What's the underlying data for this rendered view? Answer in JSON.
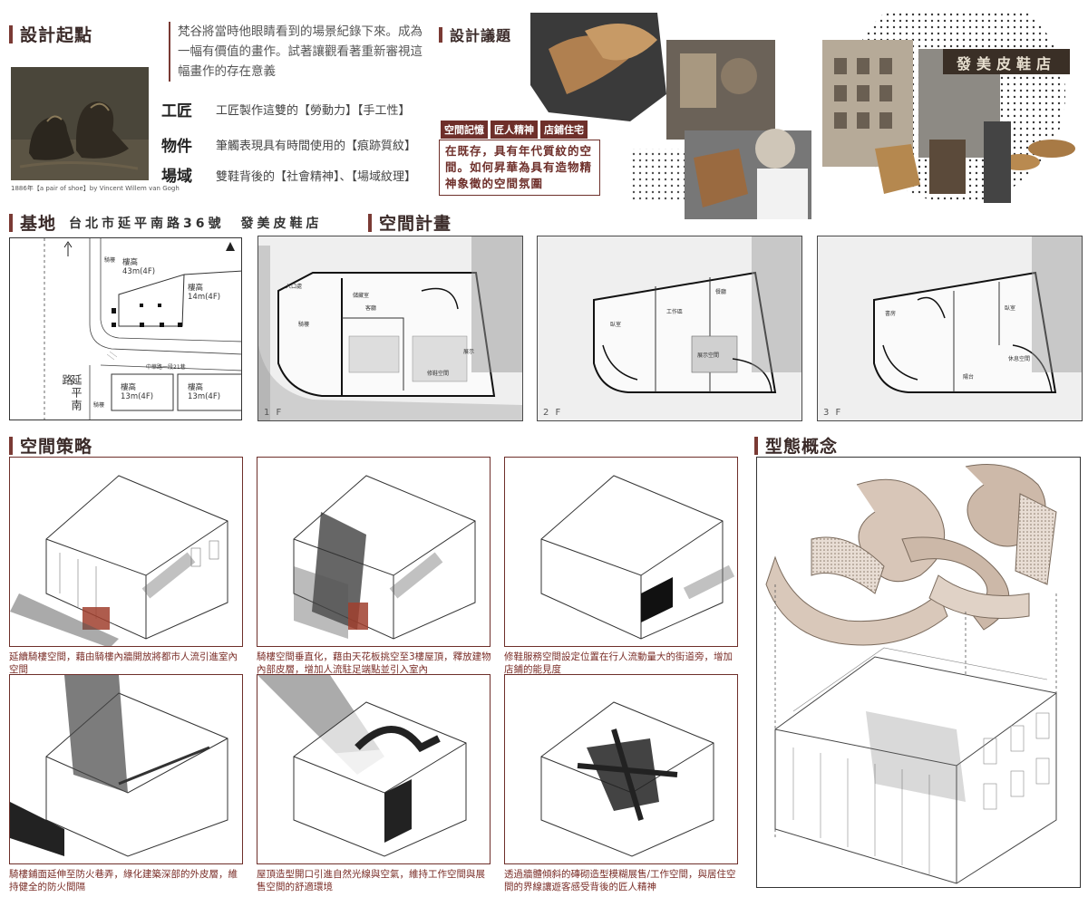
{
  "origin": {
    "title": "設計起點",
    "quote": "梵谷將當時他眼睛看到的場景紀錄下來。成為一幅有價值的畫作。試著讓觀看著重新審視這幅畫作的存在意義",
    "painting_caption": "1886年【a pair of shoe】by Vincent Willem van Gogh",
    "keywords": [
      {
        "label": "工匠",
        "text": "工匠製作這雙的【勞動力】【手工性】"
      },
      {
        "label": "物件",
        "text": "筆觸表現具有時間使用的【痕跡質紋】"
      },
      {
        "label": "場域",
        "text": "雙鞋背後的【社會精神】、【場域紋理】"
      }
    ]
  },
  "issue": {
    "title": "設計議題",
    "tags": [
      "空間記憶",
      "匠人精神",
      "店鋪住宅"
    ],
    "text": "在既存，具有年代質紋的空間。如何昇華為具有造物精神象徵的空間氛圍",
    "shop_sign": "發美皮鞋店"
  },
  "site": {
    "title": "基地",
    "subtitle": "台北市延平南路36號　發美皮鞋店",
    "labels": {
      "h43": "樓高\n43m(4F)",
      "h14": "樓高\n14m(4F)",
      "h13a": "樓高\n13m(4F)",
      "h13b": "樓高\n13m(4F)",
      "road": "延平南路",
      "lane": "中華路一段21巷",
      "left1": "騎樓",
      "left2": "騎樓"
    }
  },
  "plan": {
    "title": "空間計畫",
    "floors": [
      "1 F",
      "2 F",
      "3 F"
    ],
    "f1_rooms": [
      "儲藏室",
      "客廳",
      "騎樓",
      "入口處",
      "修鞋空間",
      "展示"
    ],
    "f2_rooms": [
      "工作區",
      "餐廳",
      "展示空間",
      "臥室"
    ],
    "f3_rooms": [
      "書房",
      "臥室",
      "休息空間",
      "陽台"
    ]
  },
  "strategy": {
    "title": "空間策略",
    "captions": [
      "延續騎樓空間，藉由騎樓內牆開放將都市人流引進室內空間",
      "騎樓空間垂直化，藉由天花板挑空至3樓屋頂，釋放建物內部皮層，增加人流駐足端點並引入室內",
      "修鞋服務空間設定位置在行人流動量大的街道旁，增加店鋪的能見度",
      "騎樓鋪面延伸至防火巷弄，綠化建築深部的外皮層，維持健全的防火間隔",
      "屋頂造型開口引進自然光線與空氣，維持工作空間與展售空間的舒適環境",
      "透過牆體傾斜的磚砌造型模糊展售/工作空間，與居住空間的界線讓遊客感受背後的匠人精神"
    ]
  },
  "form": {
    "title": "型態概念"
  },
  "colors": {
    "accent": "#6e2f2a",
    "title_bar": "#7a3a34",
    "sepia": "#b79a7a"
  }
}
